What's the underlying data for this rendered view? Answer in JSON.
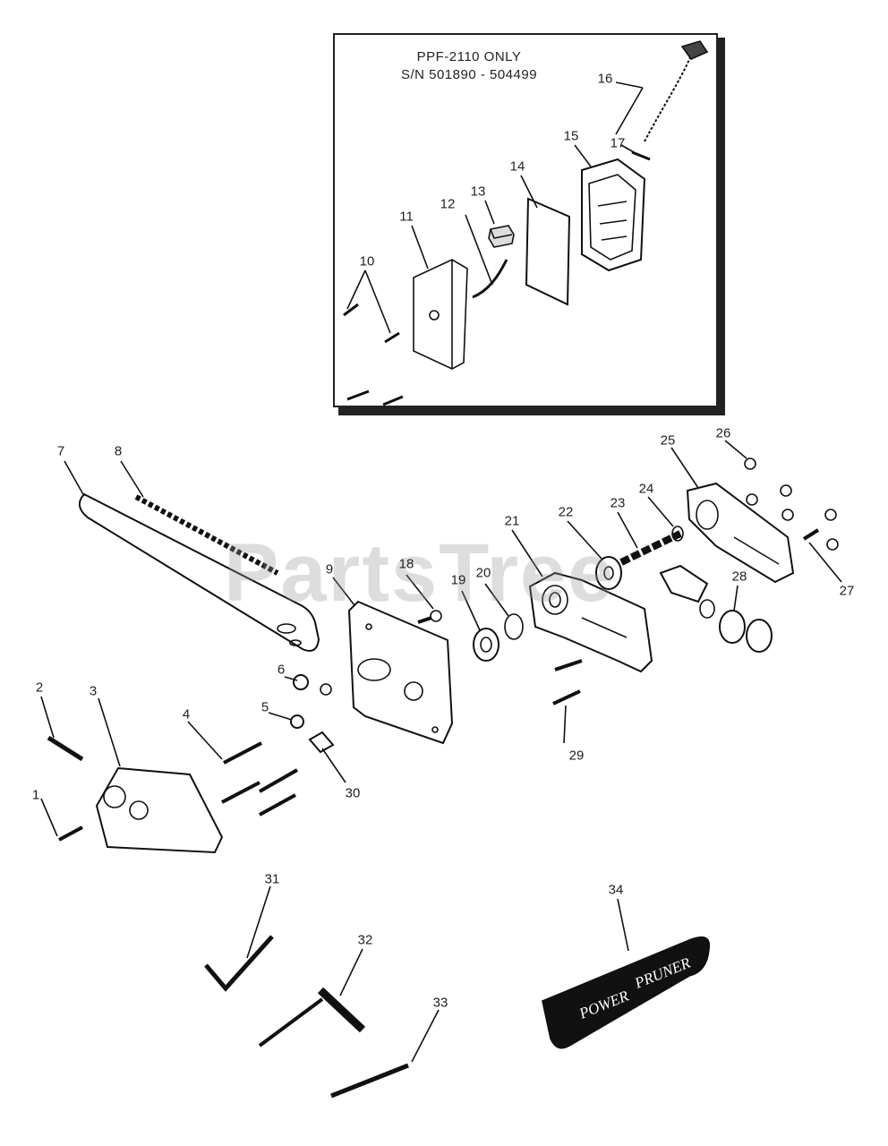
{
  "inset": {
    "title_line1": "PPF-2110 ONLY",
    "title_line2": "S/N 501890 - 504499"
  },
  "watermark": "PartsTree",
  "sheath_brand": {
    "word1": "POWER",
    "word2": "PRUNER"
  },
  "callouts": [
    "1",
    "2",
    "3",
    "4",
    "5",
    "6",
    "7",
    "8",
    "9",
    "10",
    "11",
    "12",
    "13",
    "14",
    "15",
    "16",
    "17",
    "18",
    "19",
    "20",
    "21",
    "22",
    "23",
    "24",
    "25",
    "26",
    "27",
    "28",
    "29",
    "30",
    "31",
    "32",
    "33",
    "34"
  ]
}
